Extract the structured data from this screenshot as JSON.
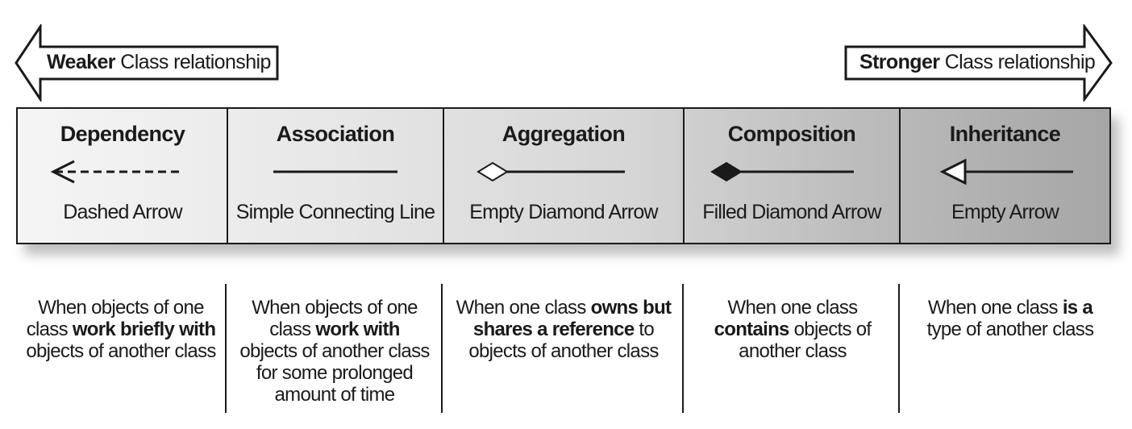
{
  "weaker": {
    "bold": "Weaker",
    "rest": " Class relationship"
  },
  "stronger": {
    "bold": "Stronger",
    "rest": " Class relationship"
  },
  "relationships": [
    {
      "title": "Dependency",
      "caption": "Dashed Arrow",
      "arrow_icon": "dashed-arrow-icon",
      "desc": [
        {
          "t": "When objects of one"
        },
        {
          "t": "class "
        },
        {
          "b": "work briefly with"
        },
        {
          "t": "objects of another class"
        }
      ]
    },
    {
      "title": "Association",
      "caption": "Simple Connecting Line",
      "arrow_icon": "solid-line-icon",
      "desc": [
        {
          "t": "When objects of one"
        },
        {
          "t": "class "
        },
        {
          "b": "work with"
        },
        {
          "t": "objects of another class"
        },
        {
          "t": "for some prolonged"
        },
        {
          "t": "amount of time"
        }
      ]
    },
    {
      "title": "Aggregation",
      "caption": "Empty Diamond Arrow",
      "arrow_icon": "empty-diamond-arrow-icon",
      "desc": [
        {
          "t": "When one class "
        },
        {
          "b": "owns but"
        },
        {
          "b": "shares a reference"
        },
        {
          "t": " to"
        },
        {
          "t": "objects of another class"
        }
      ]
    },
    {
      "title": "Composition",
      "caption": "Filled Diamond Arrow",
      "arrow_icon": "filled-diamond-arrow-icon",
      "desc": [
        {
          "t": "When one class"
        },
        {
          "b": "contains"
        },
        {
          "t": " objects of"
        },
        {
          "t": "another class"
        }
      ]
    },
    {
      "title": "Inheritance",
      "caption": "Empty Arrow",
      "arrow_icon": "empty-arrow-icon",
      "desc": [
        {
          "t": "When one class "
        },
        {
          "b": "is a"
        },
        {
          "t": "type of another class"
        }
      ]
    }
  ]
}
